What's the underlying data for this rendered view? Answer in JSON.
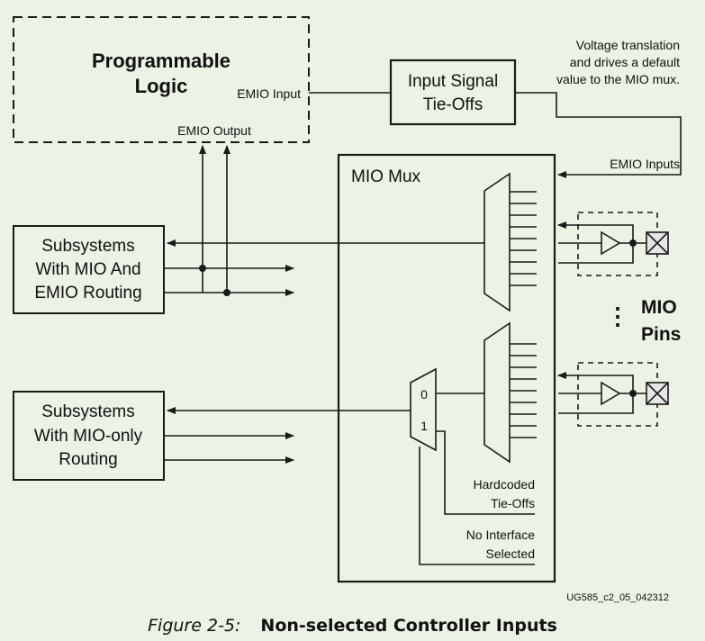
{
  "blocks": {
    "pl": [
      "Programmable",
      "Logic"
    ],
    "emio_input": "EMIO Input",
    "emio_output": "EMIO Output",
    "tieoffs": [
      "Input Signal",
      "Tie-Offs"
    ],
    "voltage_note": [
      "Voltage translation",
      "and drives a default",
      "value to the MIO mux."
    ],
    "emio_inputs": "EMIO Inputs",
    "mio_mux": "MIO Mux",
    "sub1": [
      "Subsystems",
      "With MIO And",
      "EMIO Routing"
    ],
    "sub2": [
      "Subsystems",
      "With MIO-only",
      "Routing"
    ],
    "mux_in0": "0",
    "mux_in1": "1",
    "hardcoded": [
      "Hardcoded",
      "Tie-Offs"
    ],
    "nointerface": [
      "No Interface",
      "Selected"
    ],
    "mio_pins": [
      "MIO",
      "Pins"
    ],
    "dots": "⋮",
    "figure_id": "UG585_c2_05_042312"
  },
  "caption": {
    "label": "Figure 2-5:",
    "title": "Non-selected Controller Inputs"
  },
  "colors": {
    "background": "#eaf3e4",
    "line": "#1a1a1a",
    "pad_fill": "#e6e6e6"
  }
}
